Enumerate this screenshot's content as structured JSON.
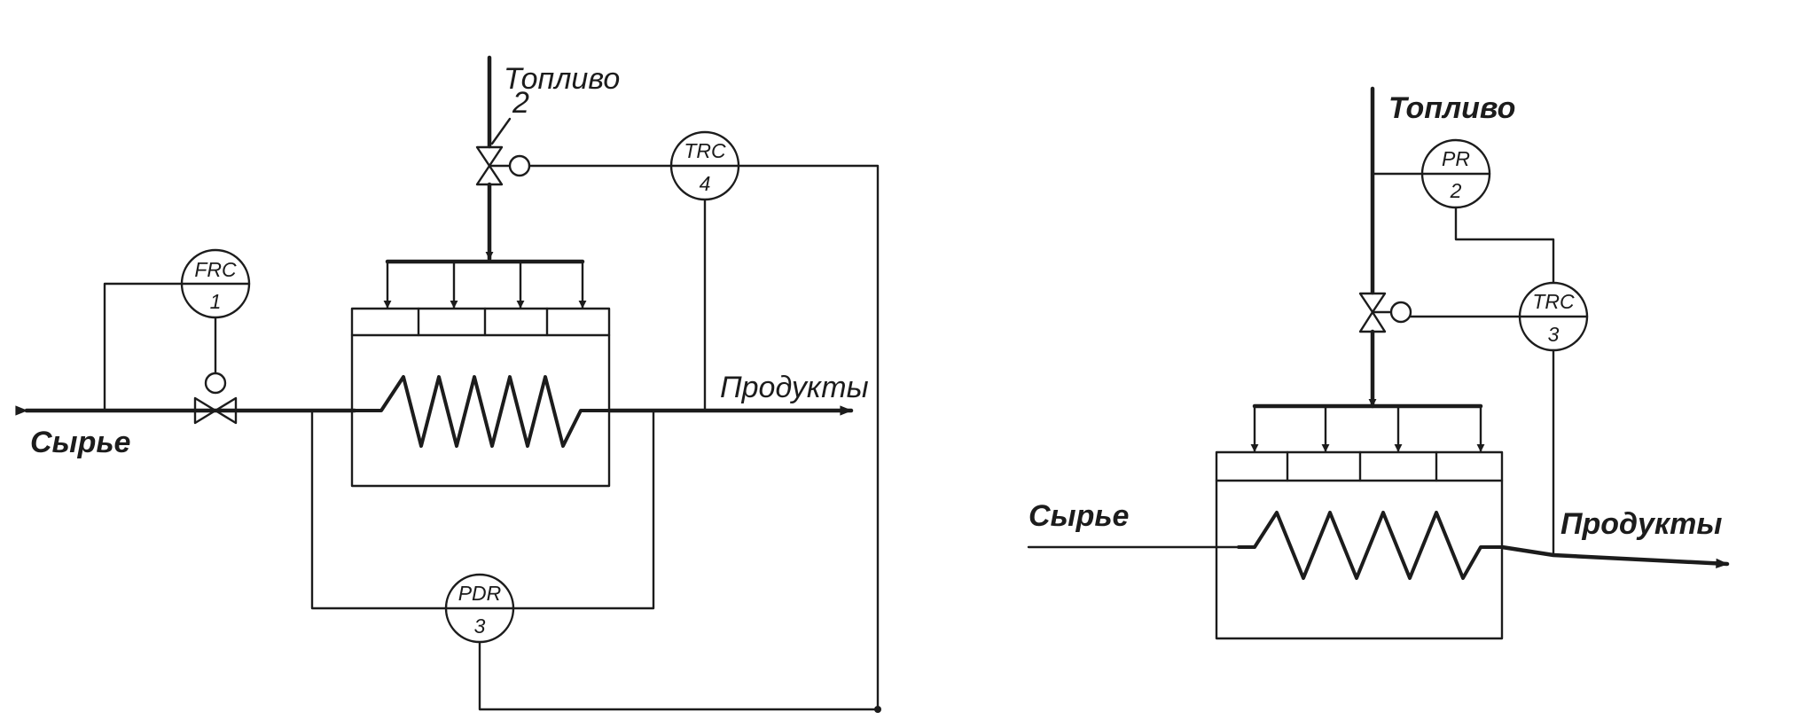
{
  "scheme_left": {
    "feed_label": "Сырье",
    "fuel_label": "Топливо",
    "fuel_valve_number": "2",
    "product_label": "Продукты",
    "instruments": [
      {
        "tag": "FRC",
        "number": "1"
      },
      {
        "tag": "TRC",
        "number": "4"
      },
      {
        "tag": "PDR",
        "number": "3"
      }
    ]
  },
  "scheme_right": {
    "feed_label": "Сырье",
    "fuel_label": "Топливо",
    "product_label": "Продукты",
    "instruments": [
      {
        "tag": "PR",
        "number": "2"
      },
      {
        "tag": "TRC",
        "number": "3"
      }
    ]
  }
}
